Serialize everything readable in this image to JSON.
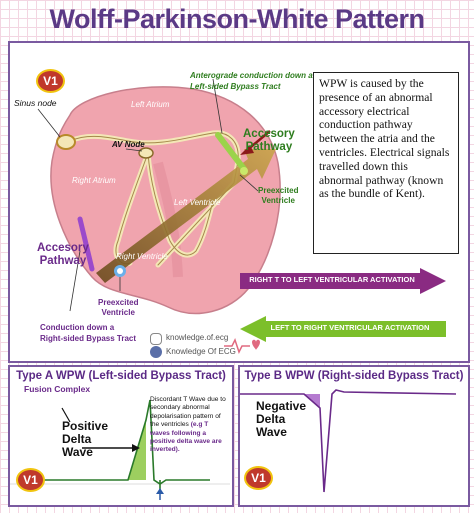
{
  "title": "Wolff-Parkinson-White Pattern",
  "v1_badge": "V1",
  "labels": {
    "sinus_node": "Sinus node",
    "av_node": "AV Node",
    "left_atrium": "Left Atrium",
    "right_atrium": "Right Atrium",
    "left_ventricle": "Left Ventricle",
    "right_ventricle": "Right Ventricle",
    "anterograde_line1": "Anterograde conduction down a",
    "anterograde_line2": "Left-sided Bypass Tract",
    "accessory_right_1": "Accesory",
    "accessory_right_2": "Pathway",
    "accessory_left_1": "Accesory",
    "accessory_left_2": "Pathway",
    "preexcited_left_1": "Preexcited",
    "preexcited_left_2": "Ventricle",
    "preexcited_right_1": "Preexcited",
    "preexcited_right_2": "Ventricle",
    "conduction_right_1": "Conduction down a",
    "conduction_right_2": "Right-sided Bypass Tract"
  },
  "info_text": "WPW is caused by the presence of an abnormal accessory electrical conduction pathway between the atria and the ventricles. Electrical signals travelled down this abnormal pathway (known as the bundle of Kent).",
  "arrows": {
    "right_to_left": "RIGHT T TO LEFT VENTRICULAR ACTIVATION",
    "left_to_right": "LEFT TO RIGHT VENTRICULAR ACTIVATION"
  },
  "watermark": {
    "instagram": "knowledge.of.ecg",
    "facebook": "Knowledge Of ECG"
  },
  "type_a": {
    "title": "Type A WPW  (Left-sided Bypass Tract)",
    "fusion": "Fusion Complex",
    "delta_1": "Positive",
    "delta_2": "Delta",
    "delta_3": "Wave",
    "discordant_plain": "Discordant T Wave due to secondary abnormal depolarisation pattern of the ventricles ",
    "discordant_highlight": "(e.g T waves following a positive delta wave are inverted).",
    "v1": "V1"
  },
  "type_b": {
    "title": "Type B WPW  (Right-sided Bypass Tract)",
    "delta_1": "Negative",
    "delta_2": "Delta",
    "delta_3": "Wave",
    "v1": "V1"
  },
  "colors": {
    "title": "#5b3a86",
    "heart": "#f0a4ae",
    "accessory_green": "#2e7d1e",
    "purple": "#6a2a8a",
    "arrow_purple": "#8a2b82",
    "arrow_green": "#7cbf2a"
  }
}
